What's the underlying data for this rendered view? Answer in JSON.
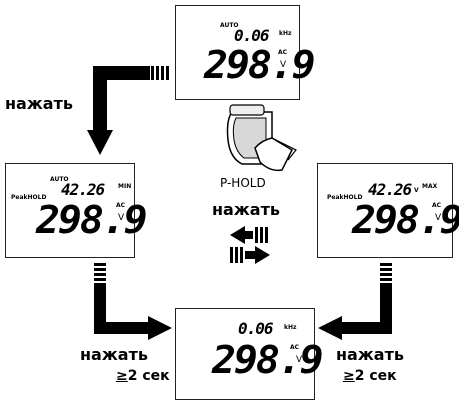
{
  "top_display": {
    "mode": "AUTO",
    "secondary": "0.06",
    "secondary_unit": "kHz",
    "main": "298.9",
    "ac": "AC",
    "unit": "V"
  },
  "left_display": {
    "mode": "AUTO",
    "peak": "PeakHOLD",
    "secondary": "42.26",
    "tag": "MIN",
    "main": "298.9",
    "ac": "AC",
    "unit": "V"
  },
  "right_display": {
    "peak": "PeakHOLD",
    "secondary": "42.26",
    "secondary_unit": "V",
    "tag": "MAX",
    "main": "298.9",
    "ac": "AC",
    "unit": "V"
  },
  "bottom_display": {
    "secondary": "0.06",
    "secondary_unit": "kHz",
    "main": "298.9",
    "ac": "AC",
    "unit": "V"
  },
  "button": {
    "label": "P-HOLD"
  },
  "labels": {
    "press_left": "нажать",
    "press_center": "нажать",
    "press_bottom_left": "нажать",
    "hold_bottom_left_ge": "≥",
    "hold_bottom_left_rest": "2 сек",
    "press_bottom_right": "нажать",
    "hold_bottom_right_ge": "≥",
    "hold_bottom_right_rest": "2 сек"
  }
}
